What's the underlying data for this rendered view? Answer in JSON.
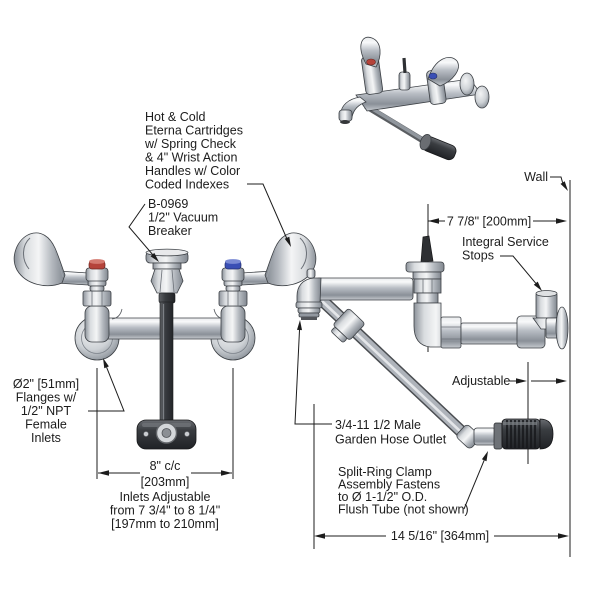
{
  "colors": {
    "hot_index": "#b5433a",
    "cold_index": "#3a4fb5",
    "line": "#1c1c1c"
  },
  "callouts": {
    "cartridges": {
      "lines": [
        "Hot & Cold",
        "Eterna Cartridges",
        "w/ Spring Check",
        "& 4\" Wrist Action",
        "Handles w/ Color",
        "Coded Indexes"
      ]
    },
    "vacuum_breaker": {
      "lines": [
        "B-0969",
        "1/2\" Vacuum",
        "Breaker"
      ]
    },
    "inlet_flanges": {
      "lines": [
        "Ø2\" [51mm]",
        "Flanges w/",
        "1/2\" NPT",
        "Female",
        "Inlets"
      ]
    },
    "wall": {
      "label": "Wall"
    },
    "service_stops": {
      "lines": [
        "Integral Service",
        "Stops"
      ]
    },
    "adjustable": {
      "label": "Adjustable"
    },
    "hose_outlet": {
      "lines": [
        "3/4-11 1/2 Male",
        "Garden Hose Outlet"
      ]
    },
    "split_ring_clamp": {
      "lines": [
        "Split-Ring Clamp",
        "Assembly Fastens",
        "to Ø 1-1/2\" O.D.",
        "Flush Tube (not shown)"
      ]
    }
  },
  "dimensions": {
    "inlet_centers": {
      "value": "8\" c/c",
      "metric": "[203mm]"
    },
    "inlet_range": {
      "lines": [
        "Inlets Adjustable",
        "from 7 3/4\" to 8 1/4\"",
        "[197mm to 210mm]"
      ]
    },
    "center_to_wall": {
      "value": "7 7/8\" [200mm]"
    },
    "overall": {
      "value": "14 5/16\" [364mm]"
    }
  }
}
